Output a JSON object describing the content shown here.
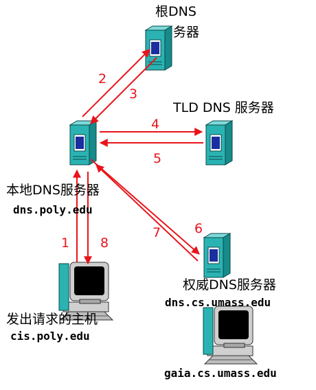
{
  "labels": {
    "root_server_line1": "根DNS",
    "root_server_line2": "务器",
    "tld_server": "TLD DNS 服务器",
    "local_server": "本地DNS服务器",
    "local_server_host": "dns.poly.edu",
    "auth_server": "权威DNS服务器",
    "auth_server_host": "dns.cs.umass.edu",
    "requesting_host": "发出请求的主机",
    "requesting_host_name": "cis.poly.edu",
    "target_host_name": "gaia.cs.umass.edu"
  },
  "steps": [
    "1",
    "2",
    "3",
    "4",
    "5",
    "6",
    "7",
    "8"
  ],
  "colors": {
    "arrow": "#e8141a",
    "server_body": "#2bb3b3",
    "server_screen": "#1a2ea0",
    "monitor_screen": "#000000",
    "computer_body": "#c8c8c8"
  }
}
